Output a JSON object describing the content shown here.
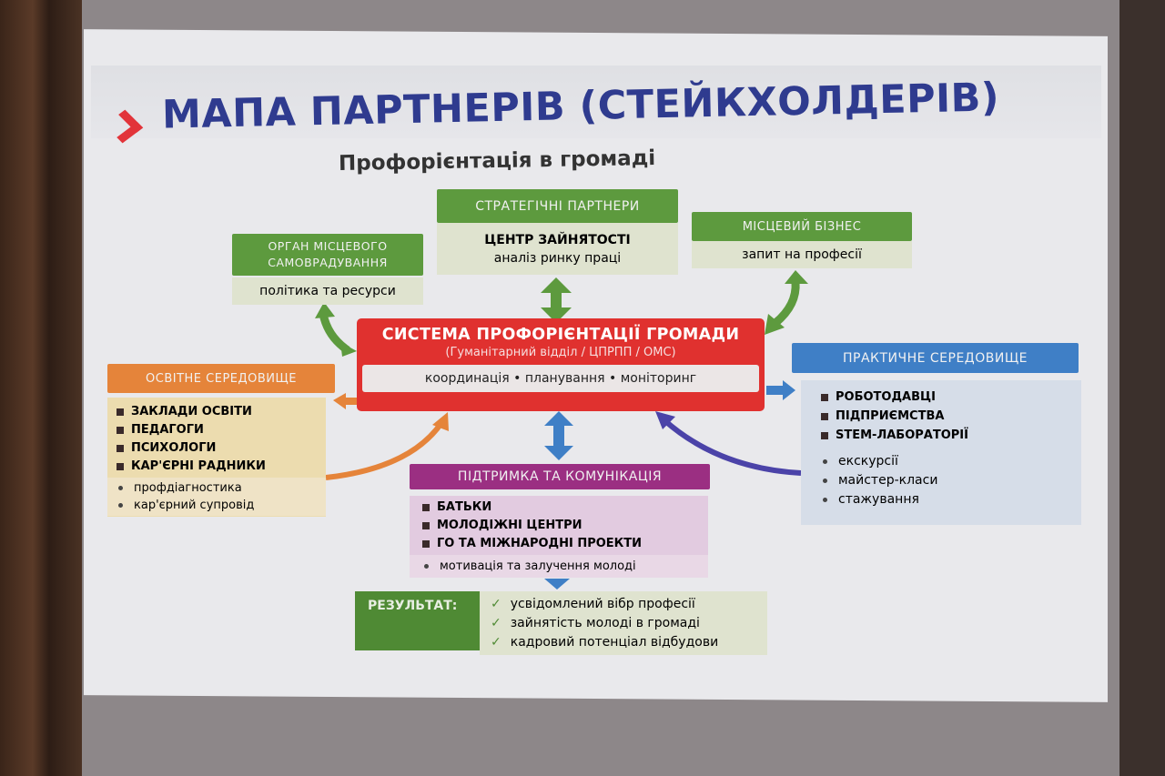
{
  "title": "МАПА ПАРТНЕРІВ (СТЕЙКХОЛДЕРІВ)",
  "subtitle": "Профорієнтація в громаді",
  "strategic": {
    "header": "СТРАТЕГІЧНІ ПАРТНЕРИ",
    "name": "ЦЕНТР ЗАЙНЯТОСТІ",
    "desc": "аналіз ринку праці"
  },
  "local_gov": {
    "header_line1": "ОРГАН МІСЦЕВОГО",
    "header_line2": "САМОВРАДУВАННЯ",
    "desc": "політика та ресурси"
  },
  "business": {
    "header": "МІСЦЕВИЙ БІЗНЕС",
    "desc": "запит на професії"
  },
  "center": {
    "title": "СИСТЕМА ПРОФОРІЄНТАЦІЇ ГРОМАДИ",
    "sub": "(Гуманітарний відділ / ЦПРПП / ОМС)",
    "functions": "координація • планування • моніторинг"
  },
  "education": {
    "header": "ОСВІТНЕ СЕРЕДОВИЩЕ",
    "items": [
      "ЗАКЛАДИ ОСВІТИ",
      "ПЕДАГОГИ",
      "ПСИХОЛОГИ",
      "КАР'ЄРНІ РАДНИКИ"
    ],
    "activities": [
      "профдіагностика",
      "кар'єрний супровід"
    ]
  },
  "practical": {
    "header": "ПРАКТИЧНЕ СЕРЕДОВИЩЕ",
    "items": [
      "РОБОТОДАВЦІ",
      "ПІДПРИЄМСТВА",
      "STEM-ЛАБОРАТОРІЇ"
    ],
    "activities": [
      "екскурсії",
      "майстер-класи",
      "стажування"
    ]
  },
  "support": {
    "header": "ПІДТРИМКА ТА КОМУНІКАЦІЯ",
    "items": [
      "БАТЬКИ",
      "МОЛОДІЖНІ ЦЕНТРИ",
      "ГО ТА МІЖНАРОДНІ ПРОЕКТИ"
    ],
    "activities": [
      "мотивація та залучення молоді"
    ]
  },
  "result": {
    "label": "РЕЗУЛЬТАТ:",
    "items": [
      "усвідомлений вібр професії",
      "зайнятість молоді в громаді",
      "кадровий потенціал відбудови"
    ]
  },
  "colors": {
    "green": "#5d9a3e",
    "red": "#e0312f",
    "orange": "#e5843a",
    "blue": "#3f7fc6",
    "purple": "#9b2f82",
    "navy": "#2f3b8f"
  }
}
